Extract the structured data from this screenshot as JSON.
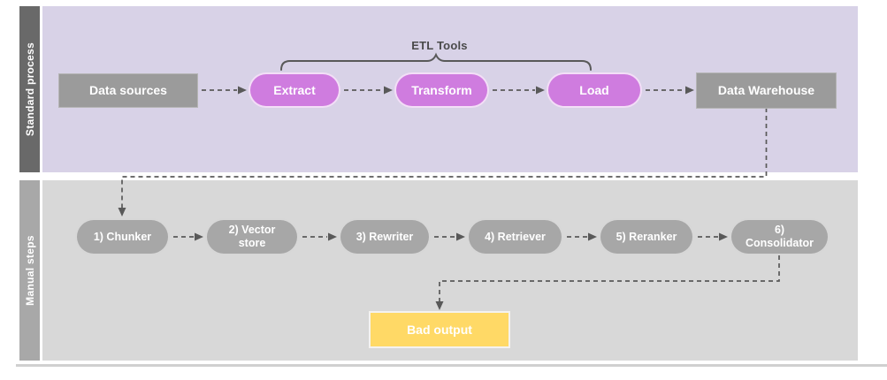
{
  "lanes": {
    "standard": {
      "label": "Standard process"
    },
    "manual": {
      "label": "Manual steps"
    }
  },
  "standard": {
    "bracket_label": "ETL Tools",
    "data_sources": "Data sources",
    "extract": "Extract",
    "transform": "Transform",
    "load": "Load",
    "data_warehouse": "Data Warehouse"
  },
  "manual": {
    "steps": [
      "1) Chunker",
      "2) Vector\nstore",
      "3) Rewriter",
      "4) Retriever",
      "5) Reranker",
      "6)\nConsolidator"
    ],
    "bad_output": "Bad output"
  },
  "colors": {
    "lane_purple": "#d8d2e7",
    "lane_gray": "#d8d8d8",
    "sidebar_dark": "#696969",
    "sidebar_gray": "#a8a8a8",
    "node_gray": "#9b9b9b",
    "pill_magenta": "#cf7cdf",
    "pill_gray": "#a7a7a7",
    "bad_yellow": "#ffd966",
    "connector": "#595959"
  }
}
